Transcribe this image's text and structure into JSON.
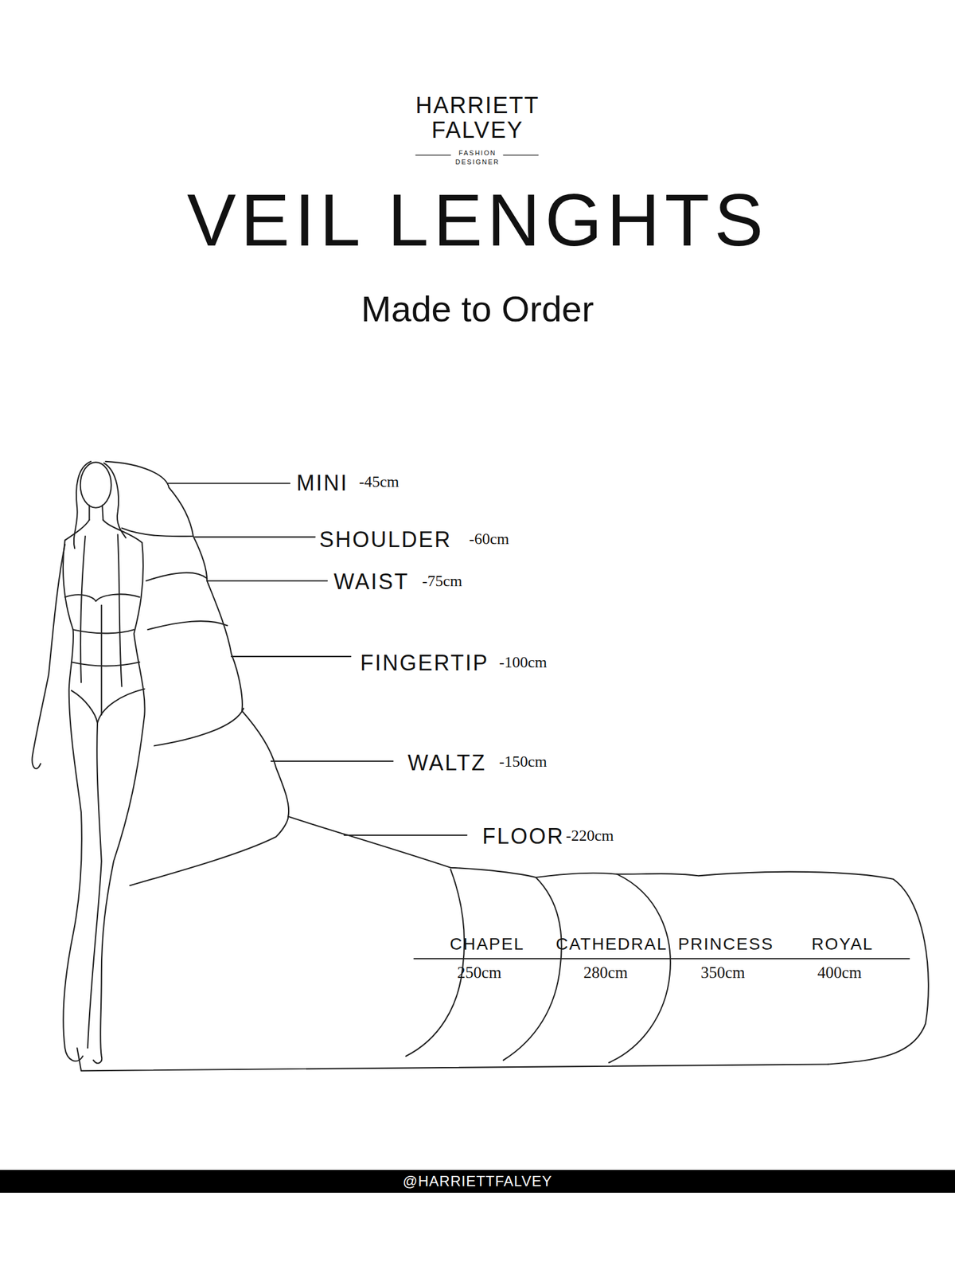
{
  "diagram": {
    "title": "VEIL LENGHTS",
    "labels": [
      "HARRIETT FALVEY",
      "FASHION DESIGNER",
      "Made to Order",
      "MINI",
      "-45cm",
      "SHOULDER",
      "-60cm",
      "WAIST",
      "-75cm",
      "FINGERTIP",
      "-100cm",
      "WALTZ",
      "-150cm",
      "FLOOR",
      "-220cm",
      "CHAPEL",
      "250cm",
      "CATHEDRAL",
      "280cm",
      "PRINCESS",
      "350cm",
      "ROYAL",
      "400cm",
      "@HARRIETTFALVEY"
    ]
  }
}
